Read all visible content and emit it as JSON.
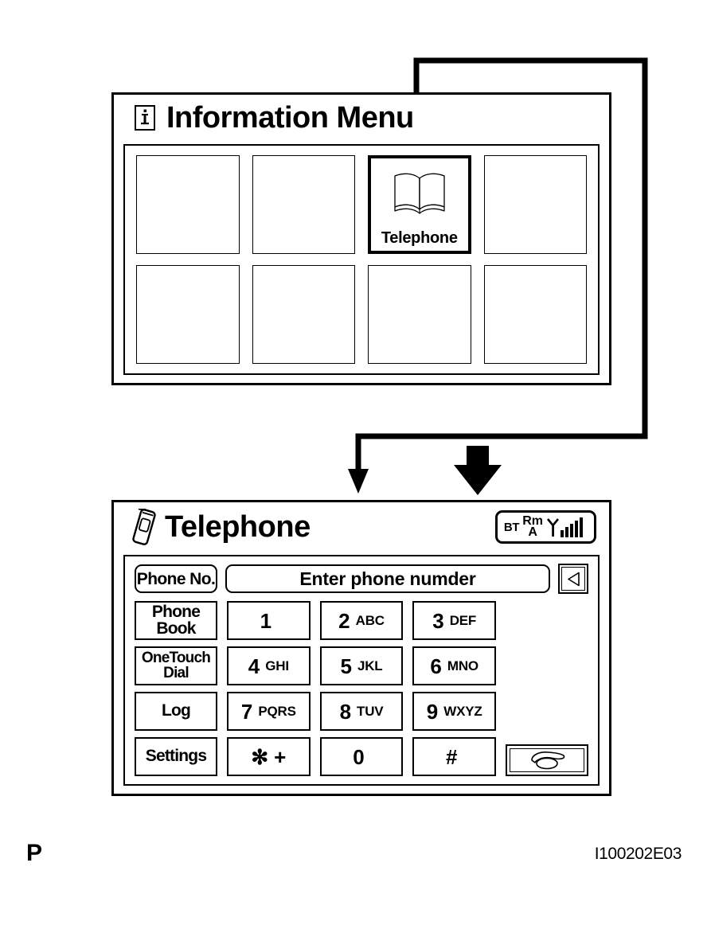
{
  "document": {
    "footer_left": "P",
    "footer_right": "I100202E03"
  },
  "information_menu": {
    "title": "Information Menu",
    "icon": "info-i-icon",
    "grid": {
      "columns": 4,
      "rows": 2,
      "cells": [
        {
          "label": "",
          "icon": "",
          "selected": false
        },
        {
          "label": "",
          "icon": "",
          "selected": false
        },
        {
          "label": "Telephone",
          "icon": "open-book-icon",
          "selected": true
        },
        {
          "label": "",
          "icon": "",
          "selected": false
        },
        {
          "label": "",
          "icon": "",
          "selected": false
        },
        {
          "label": "",
          "icon": "",
          "selected": false
        },
        {
          "label": "",
          "icon": "",
          "selected": false
        },
        {
          "label": "",
          "icon": "",
          "selected": false
        }
      ]
    }
  },
  "telephone_screen": {
    "title": "Telephone",
    "icon": "mobile-phone-icon",
    "status_badge": {
      "bluetooth": "BT",
      "roaming_top": "Rm",
      "roaming_bottom": "A",
      "antenna_icon": "antenna-icon",
      "signal_bars": 5
    },
    "number_row": {
      "phone_no_label": "Phone No.",
      "display_text": "Enter phone numder",
      "back_icon": "back-triangle-icon"
    },
    "side_buttons": [
      {
        "label": "Phone\nBook",
        "name": "phone-book"
      },
      {
        "label": "OneTouch\nDial",
        "name": "onetouch-dial"
      },
      {
        "label": "Log",
        "name": "log"
      },
      {
        "label": "Settings",
        "name": "settings"
      }
    ],
    "keypad": [
      [
        {
          "digit": "1",
          "letters": ""
        },
        {
          "digit": "2",
          "letters": "ABC"
        },
        {
          "digit": "3",
          "letters": "DEF"
        }
      ],
      [
        {
          "digit": "4",
          "letters": "GHI"
        },
        {
          "digit": "5",
          "letters": "JKL"
        },
        {
          "digit": "6",
          "letters": "MNO"
        }
      ],
      [
        {
          "digit": "7",
          "letters": "PQRS"
        },
        {
          "digit": "8",
          "letters": "TUV"
        },
        {
          "digit": "9",
          "letters": "WXYZ"
        }
      ],
      [
        {
          "digit": "✻",
          "letters": "+"
        },
        {
          "digit": "0",
          "letters": ""
        },
        {
          "digit": "#",
          "letters": ""
        }
      ]
    ],
    "call_button": {
      "icon": "handset-icon"
    }
  },
  "colors": {
    "ink": "#000000",
    "paper": "#ffffff"
  }
}
